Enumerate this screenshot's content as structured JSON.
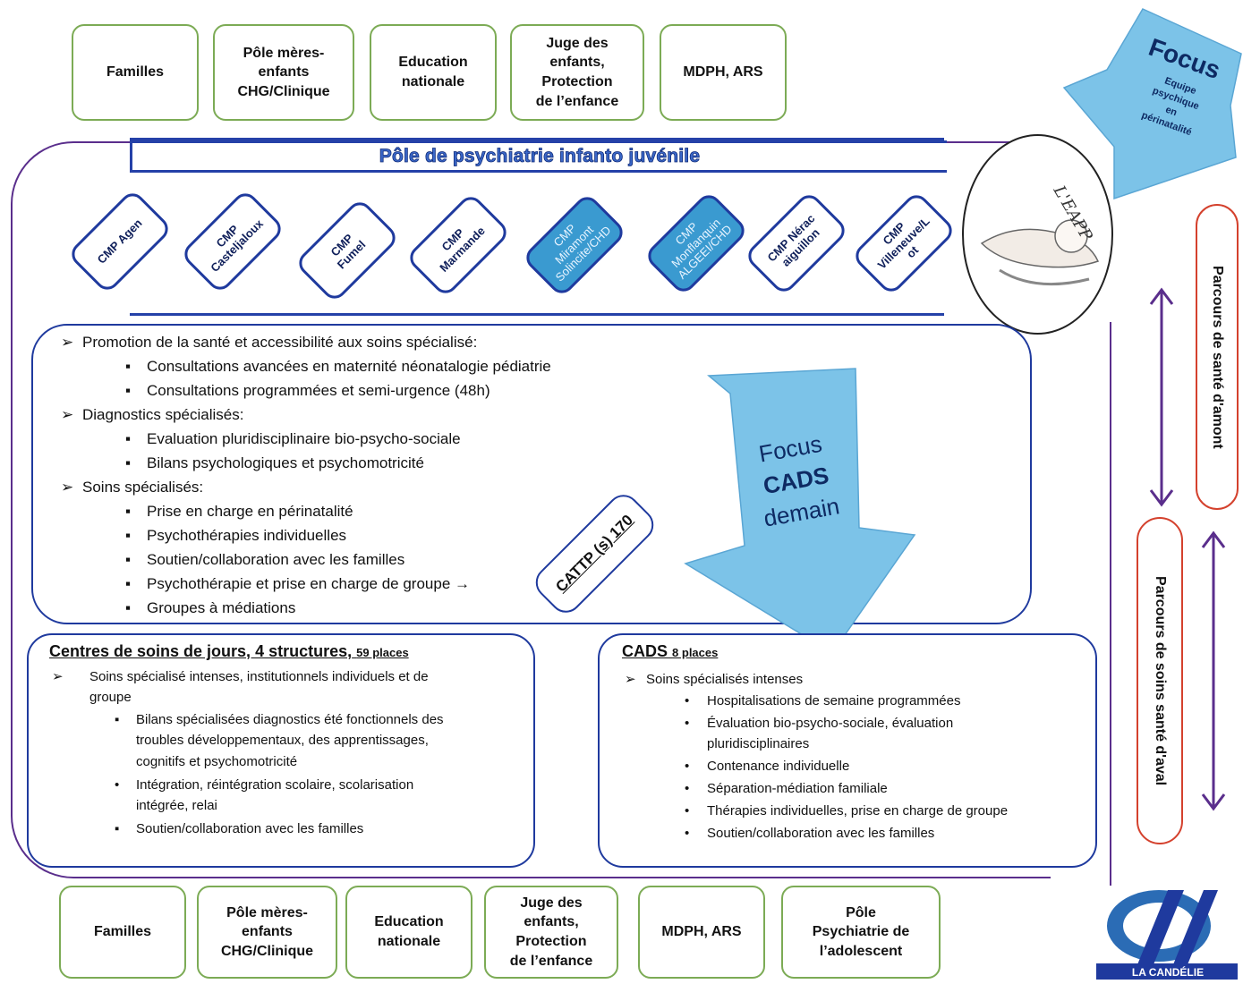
{
  "top_partners": [
    "Familles",
    "Pôle mères-\nenfants\nCHG/Clinique",
    "Education\nnationale",
    "Juge des\nenfants,\nProtection\nde l’enfance",
    "MDPH, ARS"
  ],
  "bottom_partners": [
    "Familles",
    "Pôle mères-\nenfants\nCHG/Clinique",
    "Education\nnationale",
    "Juge des\nenfants,\nProtection\nde l’enfance",
    "MDPH, ARS",
    "Pôle\nPsychiatrie de\nl’adolescent"
  ],
  "pole_title": "Pôle de psychiatrie infanto juvénile",
  "cmp": [
    {
      "label": "CMP Agen"
    },
    {
      "label": "CMP\nCasteljaloux"
    },
    {
      "label": "CMP\nFumel"
    },
    {
      "label": "CMP\nMarmande"
    },
    {
      "label": "CMP\nMiramont\nSolincite/CHD"
    },
    {
      "label": "CMP\nMonflanquin\nALGEEI/CHD"
    },
    {
      "label": "CMP Nérac\naiguillon"
    },
    {
      "label": "CMP\nVilleneuve/L\not"
    }
  ],
  "main": {
    "h1": "Promotion de la santé et accessibilité aux soins spécialisé:",
    "h1_items": [
      "Consultations avancées en maternité néonatalogie pédiatrie",
      "Consultations programmées  et semi-urgence (48h)"
    ],
    "h2": "Diagnostics spécialisés:",
    "h2_items": [
      "Evaluation pluridisciplinaire bio-psycho-sociale",
      "Bilans psychologiques et psychomotricité"
    ],
    "h3": "Soins spécialisés:",
    "h3_items": [
      "Prise en charge en périnatalité",
      "Psychothérapies  individuelles",
      "Soutien/collaboration avec les familles",
      "Psychothérapie et prise en charge de groupe →",
      "Groupes à médiations"
    ]
  },
  "cattp": "CATTP (s) 170",
  "focus_cads": {
    "line1": "Focus",
    "line2": "CADS",
    "line3": "demain"
  },
  "focus_top": {
    "title": "Focus",
    "sub": "Equipe\npsychique\nen\npérinatalité"
  },
  "eapp": "L'EAPP",
  "centres": {
    "title": "Centres de soins de jours, 4 structures,",
    "places": "59 places",
    "intro": "Soins spécialisé intenses, institutionnels individuels et de\ngroupe",
    "items": [
      "Bilans spécialisées diagnostics été fonctionnels des\ntroubles développementaux, des apprentissages,\ncognitifs et psychomotricité",
      "Intégration, réintégration scolaire, scolarisation\nintégrée, relai",
      "Soutien/collaboration avec les familles"
    ]
  },
  "cads": {
    "title": "CADS",
    "places": "8 places",
    "intro": "Soins spécialisés intenses",
    "items": [
      "Hospitalisations  de semaine programmées",
      "Évaluation bio-psycho-sociale, évaluation\npluridisciplinaires",
      "Contenance individuelle",
      "Séparation-médiation familiale",
      "Thérapies individuelles, prise en charge de groupe",
      "Soutien/collaboration avec les familles"
    ]
  },
  "parcours_amont": "Parcours de santé d'amont",
  "parcours_aval": "Parcours de soins  santé d'aval",
  "logo_text": "LA CANDÉLIE",
  "colors": {
    "green": "#7cab55",
    "navy": "#1f3a9e",
    "purple": "#5a2e8c",
    "sky": "#3a9ad0",
    "arrow": "#7cc3e8",
    "red": "#d4412d"
  }
}
